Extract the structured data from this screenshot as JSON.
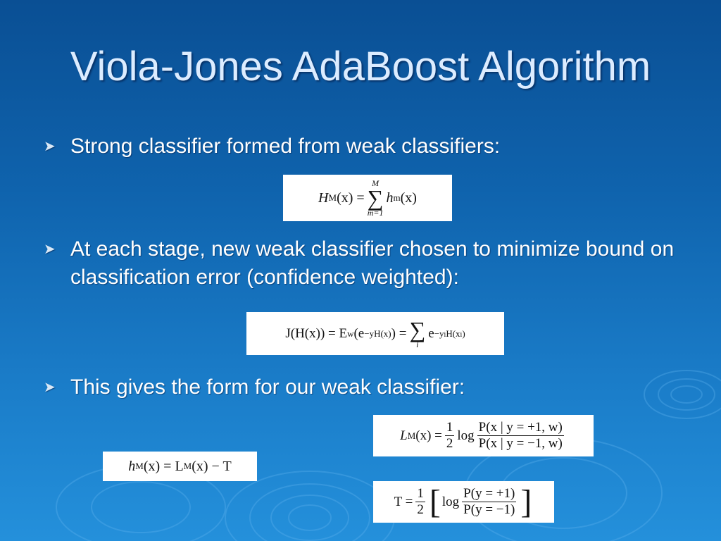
{
  "slide": {
    "title": "Viola-Jones AdaBoost Algorithm",
    "bullets": [
      "Strong classifier formed from weak classifiers:",
      "At each stage, new weak classifier chosen to minimize bound on classification error (confidence weighted):",
      "This gives the form for our weak classifier:"
    ]
  },
  "formulas": {
    "strong": {
      "lhs": "H",
      "lhs_sub": "M",
      "arg": "(x) =",
      "sum_top": "M",
      "sum_bottom": "m=1",
      "term": "h",
      "term_sub": "m",
      "term_arg": "(x)"
    },
    "bound": {
      "lhs": "J(H(x)) = E",
      "lhs_sub": "w",
      "exp1_open": "(e",
      "exp1": "−yH(x)",
      "exp1_close": ") =",
      "sum_bottom": "i",
      "e": "e",
      "exp2": "−y",
      "exp2_sub": "i",
      "exp2_rest": "H(x",
      "exp2_sub2": "i",
      "exp2_close": ")"
    },
    "weak": {
      "lhs": "h",
      "lhs_sub": "M",
      "mid": "(x) = L",
      "mid_sub": "M",
      "rhs": "(x) − T"
    },
    "lm": {
      "lhs": "L",
      "lhs_sub": "M",
      "eq": "(x) =",
      "half_num": "1",
      "half_den": "2",
      "log": "log",
      "num": "P(x | y = +1, w)",
      "den": "P(x | y = −1, w)"
    },
    "t": {
      "lhs": "T =",
      "half_num": "1",
      "half_den": "2",
      "open": "[",
      "log": "log",
      "num": "P(y = +1)",
      "den": "P(y = −1)",
      "close": "]"
    }
  },
  "colors": {
    "background_top": "#0a4f94",
    "background_bottom": "#2490db",
    "title": "#dcecff",
    "text": "#ffffff"
  },
  "icons": {
    "bullet": "arrow-bullet-icon"
  }
}
